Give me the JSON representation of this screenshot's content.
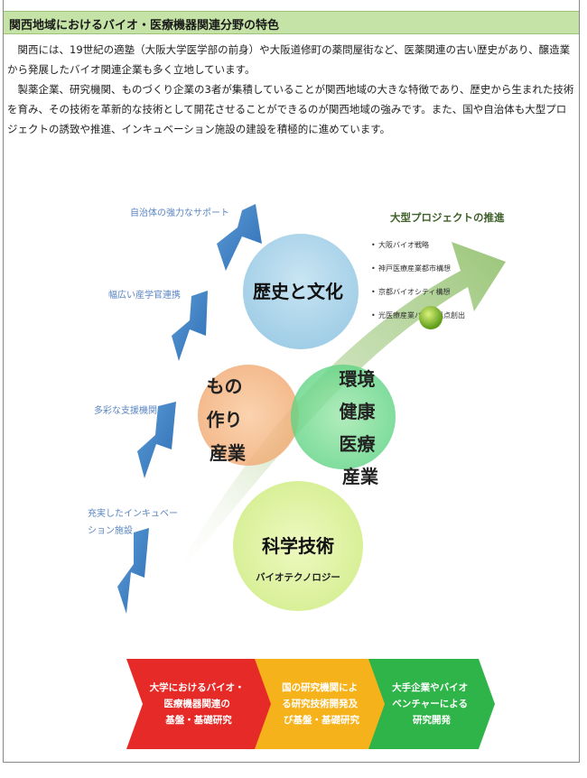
{
  "header": {
    "title": "関西地域におけるバイオ・医療機器関連分野の特色"
  },
  "intro": {
    "p1": "関西には、19世紀の適塾（大阪大学医学部の前身）や大阪道修町の薬問屋街など、医薬関連の古い歴史があり、醸造業から発展したバイオ関連企業も多く立地しています。",
    "p2": "製薬企業、研究機関、ものづくり企業の3者が集積していることが関西地域の大きな特徴であり、歴史から生まれた技術を育み、その技術を革新的な技術として開花させることができるのが関西地域の強みです。また、国や自治体も大型プロジェクトの誘致や推進、インキュベーション施設の建設を積極的に進めています。"
  },
  "support": [
    {
      "lines": [
        "自治体の強力なサポート"
      ]
    },
    {
      "lines": [
        "幅広い産学官連携"
      ]
    },
    {
      "lines": [
        "多彩な支援機関"
      ]
    },
    {
      "lines": [
        "充実したインキュベー",
        "ション施設"
      ]
    }
  ],
  "circles": {
    "history": {
      "label": "歴史と文化"
    },
    "monozukuri": {
      "lines": [
        "もの",
        "作り",
        "産業"
      ]
    },
    "health": {
      "lines": [
        "環境",
        "健康",
        "医療",
        "産業"
      ]
    },
    "science": {
      "label": "科学技術",
      "sublabel": "バイオテクノロジー"
    }
  },
  "projects": {
    "title": "大型プロジェクトの推進",
    "items": [
      "大阪バイオ戦略",
      "神戸医療産業都市構想",
      "京都バイオシティ構想",
      "光医療産業バレー拠点創出"
    ]
  },
  "bottom": [
    {
      "lines": [
        "大学におけるバイオ・",
        "医療機器関連の",
        "基盤・基礎研究"
      ],
      "color": "#e52a27"
    },
    {
      "lines": [
        "国の研究機関によ",
        "る研究技術開発及",
        "び基盤・基礎研究"
      ],
      "color": "#f6b21a"
    },
    {
      "lines": [
        "大手企業やバイオ",
        "ベンチャーによる",
        "研究開発"
      ],
      "color": "#2fb44a"
    }
  ]
}
